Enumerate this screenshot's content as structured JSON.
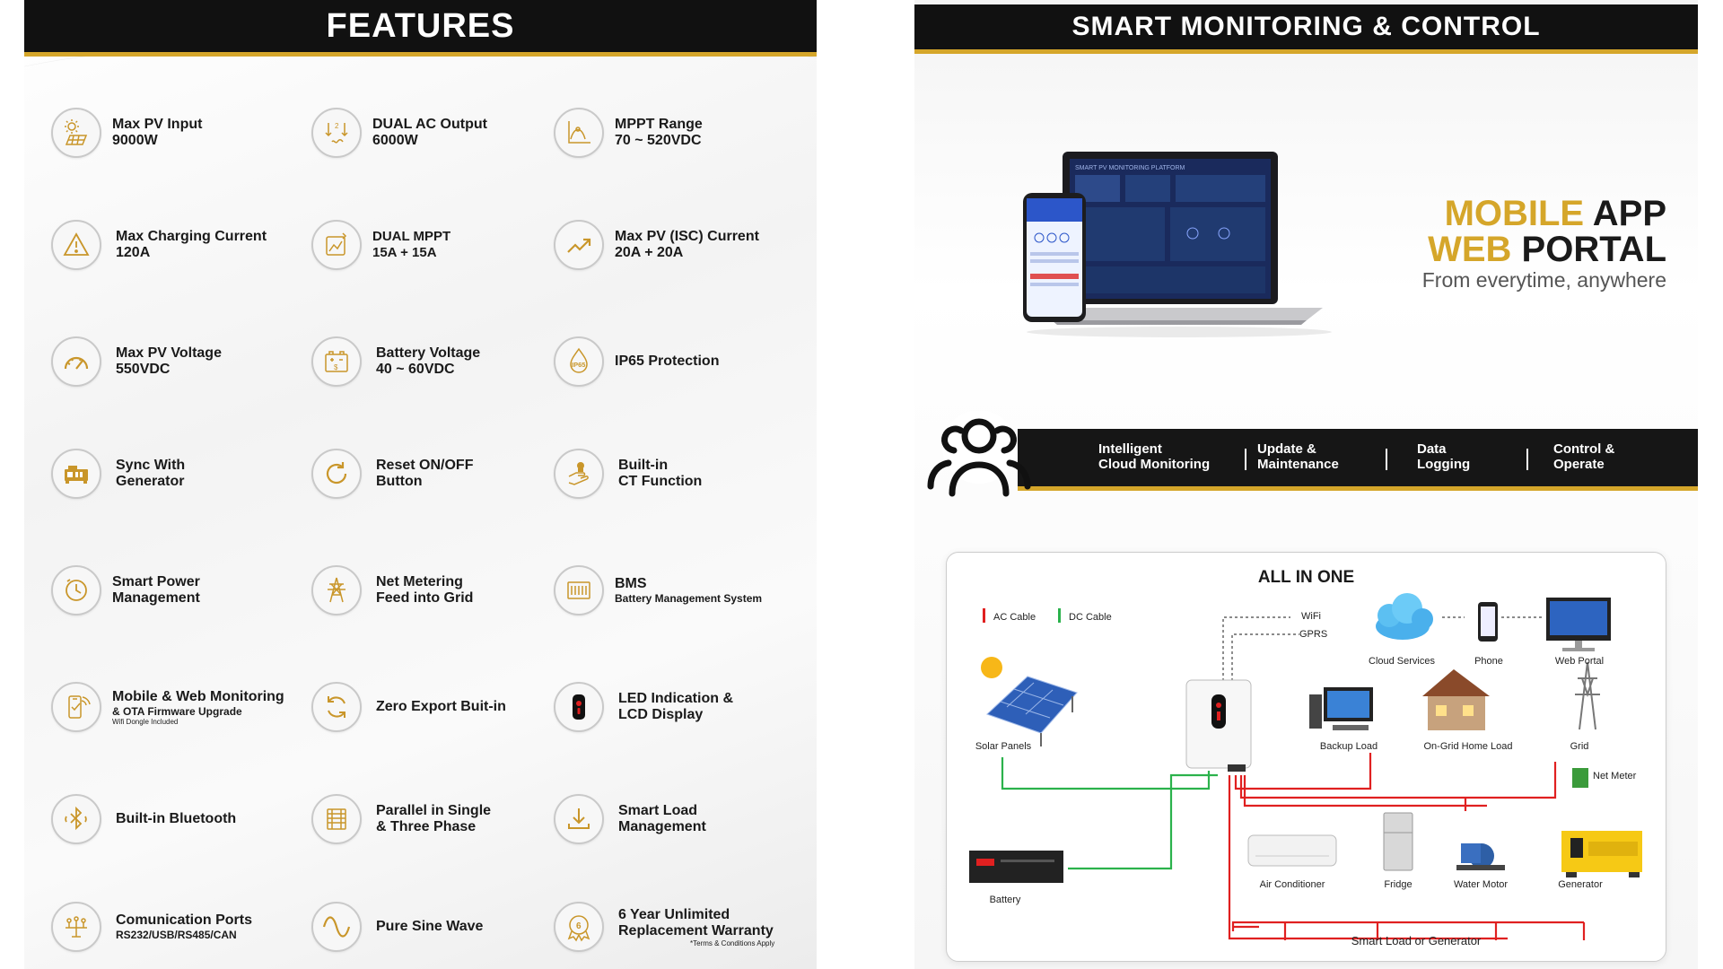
{
  "features_panel": {
    "title": "FEATURES",
    "items": [
      {
        "icon": "solar-panel-icon",
        "title": "Max PV Input",
        "sub": "9000W"
      },
      {
        "icon": "dual-ac-output-icon",
        "title": "DUAL AC Output",
        "sub": "6000W"
      },
      {
        "icon": "mppt-range-icon",
        "title": "MPPT Range",
        "sub": "70 ~ 520VDC"
      },
      {
        "icon": "warning-triangle-icon",
        "title": "Max Charging Current",
        "sub": "120A"
      },
      {
        "icon": "dual-mppt-icon",
        "title": "DUAL MPPT",
        "sub": "15A + 15A"
      },
      {
        "icon": "trend-up-icon",
        "title": "Max PV (ISC) Current",
        "sub": "20A + 20A"
      },
      {
        "icon": "gauge-icon",
        "title": "Max PV Voltage",
        "sub": "550VDC"
      },
      {
        "icon": "battery-icon",
        "title": "Battery Voltage",
        "sub": "40 ~ 60VDC"
      },
      {
        "icon": "ip65-drop-icon",
        "title": "IP65 Protection",
        "sub": ""
      },
      {
        "icon": "generator-icon",
        "title": "Sync With",
        "sub": "Generator"
      },
      {
        "icon": "reset-icon",
        "title": "Reset ON/OFF",
        "sub": "Button"
      },
      {
        "icon": "ct-hand-icon",
        "title": "Built-in",
        "sub": "CT Function"
      },
      {
        "icon": "clock-power-icon",
        "title": "Smart Power",
        "sub": "Management"
      },
      {
        "icon": "transmission-tower-icon",
        "title": "Net Metering",
        "sub": "Feed into Grid"
      },
      {
        "icon": "bms-icon",
        "title": "BMS",
        "sub": "Battery Management System"
      },
      {
        "icon": "mobile-monitoring-icon",
        "title": "Mobile & Web Monitoring",
        "sub": "& OTA Firmware Upgrade",
        "tiny": "Wifi Dongle Included"
      },
      {
        "icon": "zero-export-icon",
        "title": "Zero Export Buit-in",
        "sub": ""
      },
      {
        "icon": "led-display-icon",
        "title": "LED Indication &",
        "sub": "LCD Display"
      },
      {
        "icon": "bluetooth-icon",
        "title": "Built-in Bluetooth",
        "sub": ""
      },
      {
        "icon": "parallel-phase-icon",
        "title": "Parallel in Single",
        "sub": "& Three Phase"
      },
      {
        "icon": "load-download-icon",
        "title": "Smart Load",
        "sub": "Management"
      },
      {
        "icon": "ports-icon",
        "title": "Comunication Ports",
        "sub": "RS232/USB/RS485/CAN"
      },
      {
        "icon": "sine-wave-icon",
        "title": "Pure Sine Wave",
        "sub": ""
      },
      {
        "icon": "warranty-badge-icon",
        "title": "6 Year Unlimited",
        "sub": "Replacement Warranty",
        "tiny": "*Terms & Conditions Apply"
      }
    ]
  },
  "monitoring_panel": {
    "title": "SMART MONITORING & CONTROL",
    "headline": {
      "line1_gold": "MOBILE",
      "line1_dark": "APP",
      "line2_gold": "WEB",
      "line2_dark": "PORTAL",
      "tagline": "From everytime, anywhere"
    },
    "laptop_screen_title": "SMART PV MONITORING PLATFORM",
    "bar_items": [
      {
        "line1": "Intelligent",
        "line2": "Cloud Monitoring"
      },
      {
        "line1": "Update &",
        "line2": "Maintenance"
      },
      {
        "line1": "Data",
        "line2": "Logging"
      },
      {
        "line1": "Control &",
        "line2": "Operate"
      }
    ],
    "diagram": {
      "title": "ALL IN ONE",
      "legend": {
        "ac": "AC Cable",
        "dc": "DC Cable",
        "ac_color": "#e02020",
        "dc_color": "#2bb24c"
      },
      "labels": {
        "wifi": "WiFi",
        "gprs": "GPRS",
        "cloud": "Cloud Services",
        "phone": "Phone",
        "web_portal": "Web Portal",
        "solar": "Solar Panels",
        "backup": "Backup Load",
        "home": "On-Grid Home Load",
        "grid": "Grid",
        "net_meter": "Net Meter",
        "battery": "Battery",
        "ac": "Air Conditioner",
        "fridge": "Fridge",
        "motor": "Water Motor",
        "generator": "Generator",
        "smart_load": "Smart Load or Generator"
      }
    }
  }
}
